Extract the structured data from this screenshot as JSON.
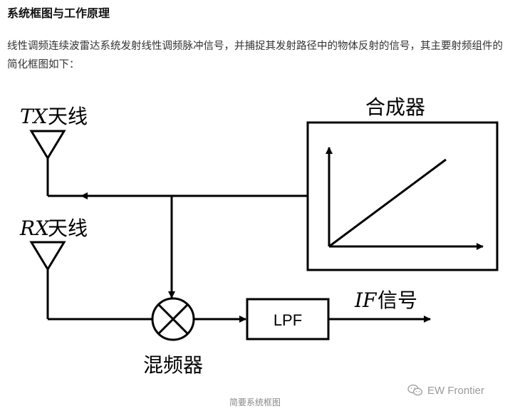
{
  "section": {
    "heading": "系统框图与工作原理",
    "paragraph": "线性调频连续波雷达系统发射线性调频脉冲信号，并捕捉其发射路径中的物体反射的信号，其主要射频组件的简化框图如下："
  },
  "diagram": {
    "tx_antenna": {
      "italic": "TX",
      "label": "天线"
    },
    "rx_antenna": {
      "italic": "RX",
      "label": "天线"
    },
    "synthesizer_label": "合成器",
    "lpf_label": "LPF",
    "if_signal": {
      "italic": "IF",
      "label": "信号"
    },
    "mixer_label": "混频器"
  },
  "caption": "简要系统框图",
  "watermark": {
    "icon": "wechat-icon",
    "text": "EW Frontier"
  }
}
